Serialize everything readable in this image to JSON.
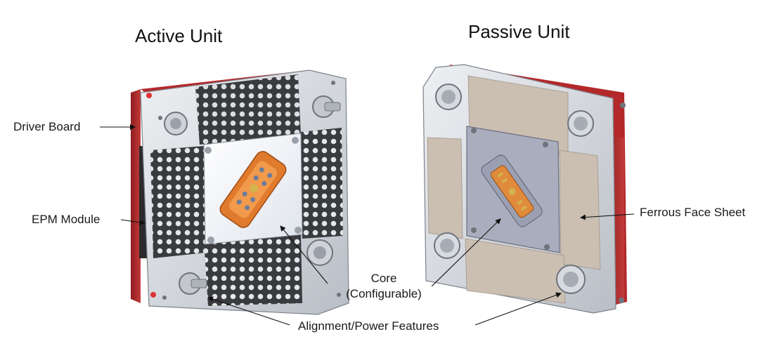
{
  "titles": {
    "active": "Active Unit",
    "passive": "Passive Unit"
  },
  "callouts": {
    "driver_board": "Driver Board",
    "epm_module": "EPM Module",
    "ferrous_face_sheet": "Ferrous Face Sheet",
    "core_line1": "Core",
    "core_line2": "(Configurable)",
    "alignment_power": "Alignment/Power Features"
  },
  "colors": {
    "housing": "#d9dde3",
    "housing_edge": "#7d838c",
    "driver_board": "#b3282a",
    "epm_pad": "#3a3b3e",
    "pad_hole": "#e4e6ea",
    "core_plate": "#eef1f6",
    "connector": "#e07a2c",
    "ferrous_sheet": "#cbbfb2",
    "passive_core": "#a9adbd"
  }
}
